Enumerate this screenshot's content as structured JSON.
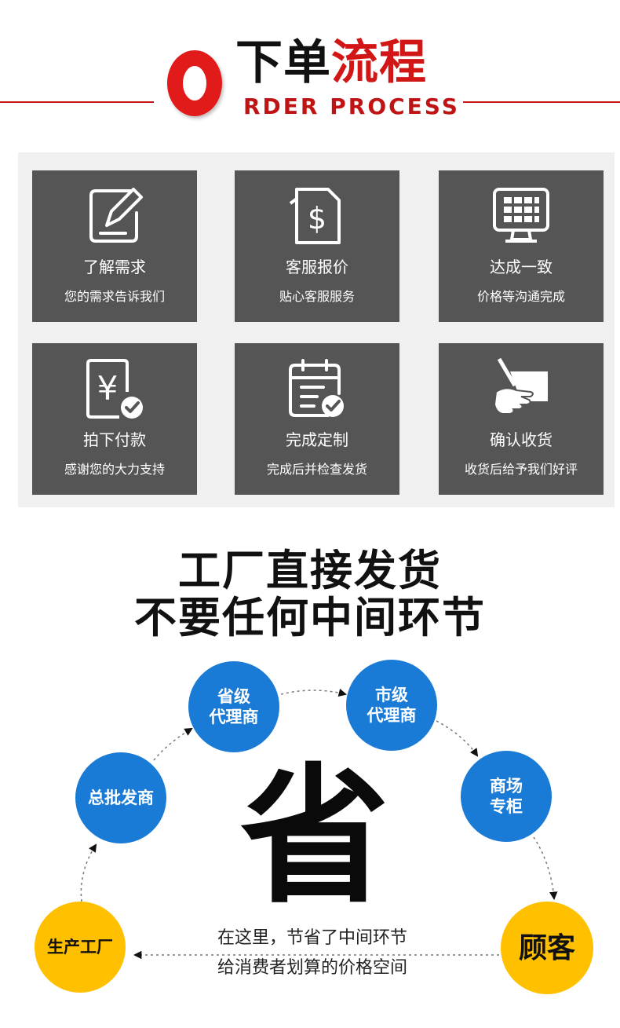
{
  "header": {
    "big_letter": "O",
    "title_black": "下单",
    "title_red": "流程",
    "subtitle": "RDER PROCESS"
  },
  "steps": [
    {
      "icon": "form-edit-icon",
      "title": "了解需求",
      "sub": "您的需求告诉我们"
    },
    {
      "icon": "dollar-document-icon",
      "title": "客服报价",
      "sub": "贴心客服服务"
    },
    {
      "icon": "monitor-icon",
      "title": "达成一致",
      "sub": "价格等沟通完成"
    },
    {
      "icon": "yen-check-icon",
      "title": "拍下付款",
      "sub": "感谢您的大力支持"
    },
    {
      "icon": "calendar-check-icon",
      "title": "完成定制",
      "sub": "完成后并检查发货"
    },
    {
      "icon": "hand-box-icon",
      "title": "确认收货",
      "sub": "收货后给予我们好评"
    }
  ],
  "slogan": {
    "line1": "工厂直接发货",
    "line2": "不要任何中间环节"
  },
  "flow": {
    "factory": "生产工厂",
    "wholesaler": "总批发商",
    "provincial_line1": "省级",
    "provincial_line2": "代理商",
    "city_line1": "市级",
    "city_line2": "代理商",
    "mall_line1": "商场",
    "mall_line2": "专柜",
    "customer": "顾客",
    "center_char": "省",
    "caption_line1": "在这里，节省了中间环节",
    "caption_line2": "给消费者划算的价格空间"
  },
  "colors": {
    "accent_red": "#d21515",
    "card_gray": "#555555",
    "circle_blue": "#1a7bd6",
    "circle_yellow": "#ffc000"
  }
}
